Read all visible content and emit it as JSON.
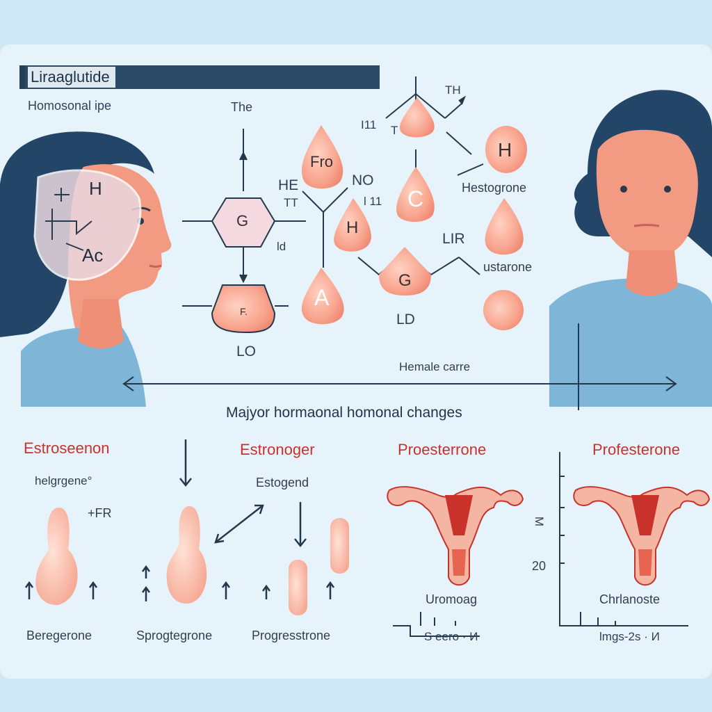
{
  "title": "Liraaglutide",
  "subtitle": "Homosonal ipe",
  "diagram_labels": {
    "the": "The",
    "th": "TH",
    "ihe_left": "HE",
    "tt_left": "TT",
    "no": "NO",
    "h_pair": "l 11",
    "g_hex": "G",
    "ld_small": "ld",
    "lo": "LO",
    "fro": "Fro",
    "h_drop": "H",
    "a_drop": "A",
    "c_drop": "C",
    "g_center": "G",
    "ld": "LD",
    "lir": "LIR",
    "h_right": "H",
    "hestogrone": "Hestogrone",
    "ustarone": "ustarone",
    "it_left": "I11",
    "t_small": "T",
    "female_care": "Hemale carre",
    "face_h": "H",
    "face_ac": "Ac",
    "f_small": "F."
  },
  "heading": "Majyor hormaonal homonal changes",
  "columns": [
    {
      "title": "Estroseenon",
      "sub": "helgrgene°",
      "extra": "+FR",
      "bottom": "Beregerone"
    },
    {
      "title": "Estronoger",
      "sub": "Estogend",
      "bottom": "Sprogtegrone"
    },
    {
      "title": "Proesterrone",
      "caption": "Uromoag",
      "axis": "S eero · И"
    },
    {
      "title": "Profesterone",
      "caption": "Chrlanoste",
      "axis": "lmgs-2s · И",
      "axis_num": "20",
      "axis_tick": "Μ"
    }
  ],
  "bottom_progesterone": "Progresstrone",
  "colors": {
    "panel": "#e6f3fb",
    "title_bar": "#2a4a66",
    "accent_red": "#c8322a",
    "hormone_pink": "#f8a48e",
    "skin": "#f39b82",
    "hair": "#234567",
    "shirt": "#7fb5d6"
  }
}
